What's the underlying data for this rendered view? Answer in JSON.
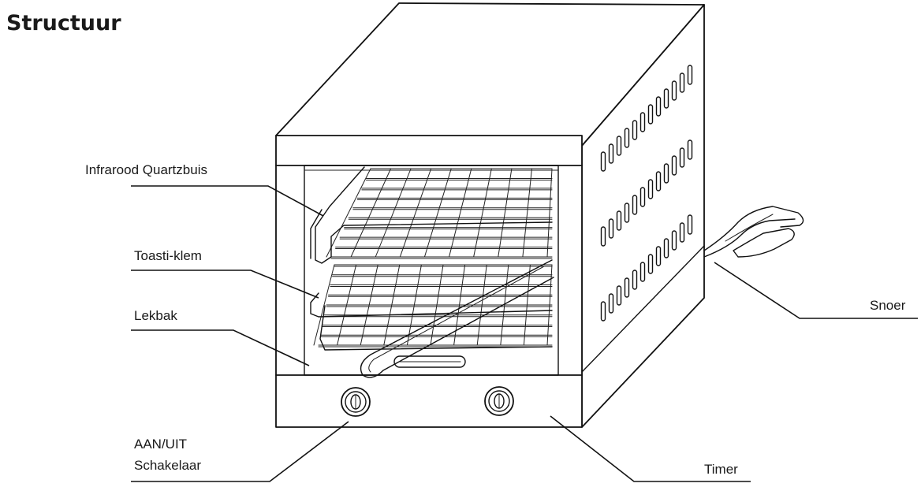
{
  "title": "Structuur",
  "labels": {
    "quartz_tube": "Infrarood Quartzbuis",
    "toasti_clamp": "Toasti-klem",
    "drip_tray": "Lekbak",
    "switch_line1": "AAN/UIT",
    "switch_line2": "Schakelaar",
    "cord": "Snoer",
    "timer": "Timer"
  },
  "icons": [
    "on-off-knob-icon",
    "timer-knob-icon"
  ],
  "colors": {
    "line": "#111111",
    "background": "#ffffff"
  }
}
